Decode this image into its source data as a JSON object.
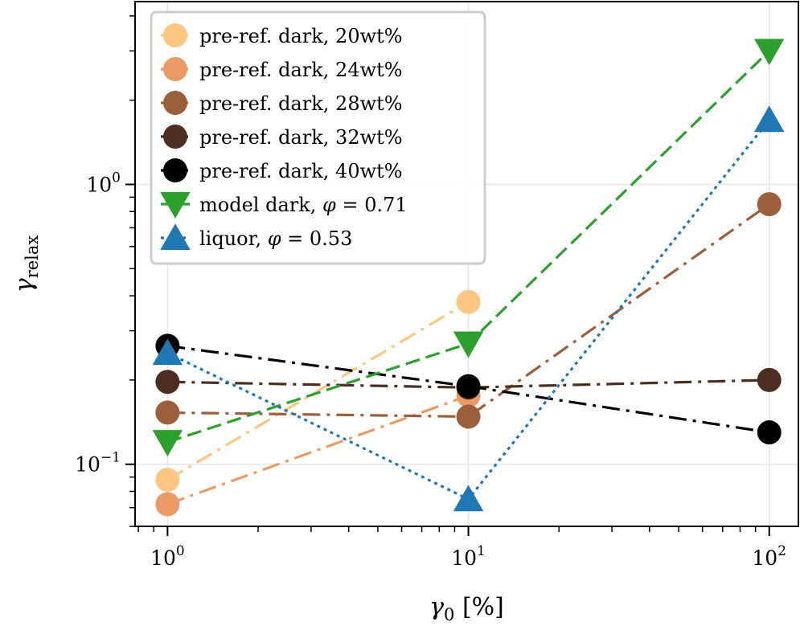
{
  "chart_data": {
    "type": "line",
    "xscale": "log",
    "yscale": "log",
    "xlim": [
      0.78,
      125
    ],
    "ylim": [
      0.06,
      4.5
    ],
    "grid": true,
    "legend_position": "top-left",
    "xlabel_symbol": "γ",
    "xlabel_sub": "0",
    "xlabel_unit": " [%]",
    "ylabel_symbol": "γ",
    "ylabel_sub": "relax",
    "x_ticks": [
      {
        "value": 1,
        "base": "10",
        "exp": "0"
      },
      {
        "value": 10,
        "base": "10",
        "exp": "1"
      },
      {
        "value": 100,
        "base": "10",
        "exp": "2"
      }
    ],
    "y_ticks": [
      {
        "value": 0.1,
        "base": "10",
        "exp": "−1"
      },
      {
        "value": 1,
        "base": "10",
        "exp": "0"
      }
    ],
    "series": [
      {
        "name": "pre-ref. dark, 20wt%",
        "color": "#fdc681",
        "marker": "circle",
        "line": "dashdot",
        "x": [
          1,
          10
        ],
        "y": [
          0.088,
          0.38
        ]
      },
      {
        "name": "pre-ref. dark, 24wt%",
        "color": "#eb9a64",
        "marker": "circle",
        "line": "dashdot",
        "x": [
          1,
          10
        ],
        "y": [
          0.072,
          0.176
        ]
      },
      {
        "name": "pre-ref. dark, 28wt%",
        "color": "#9c5f3c",
        "marker": "circle",
        "line": "dashdot",
        "x": [
          1,
          10,
          100
        ],
        "y": [
          0.153,
          0.148,
          0.85
        ]
      },
      {
        "name": "pre-ref. dark, 32wt%",
        "color": "#4b2e1f",
        "marker": "circle",
        "line": "dashdot",
        "x": [
          1,
          10,
          100
        ],
        "y": [
          0.197,
          0.188,
          0.2
        ]
      },
      {
        "name": "pre-ref. dark, 40wt%",
        "color": "#000000",
        "marker": "circle",
        "line": "dashdot",
        "x": [
          1,
          10,
          100
        ],
        "y": [
          0.265,
          0.19,
          0.13
        ]
      },
      {
        "name_prefix": "model dark, ",
        "name_symbol": "φ",
        "name_suffix": " = 0.71",
        "color": "#2ca02c",
        "marker": "triangle-down",
        "line": "dashed",
        "x": [
          1,
          10,
          100
        ],
        "y": [
          0.12,
          0.27,
          3.0
        ]
      },
      {
        "name_prefix": "liquor, ",
        "name_symbol": "φ",
        "name_suffix": " = 0.53",
        "color": "#1f77b4",
        "marker": "triangle-up",
        "line": "dotted",
        "x": [
          1,
          10,
          100
        ],
        "y": [
          0.25,
          0.075,
          1.7
        ]
      }
    ]
  }
}
